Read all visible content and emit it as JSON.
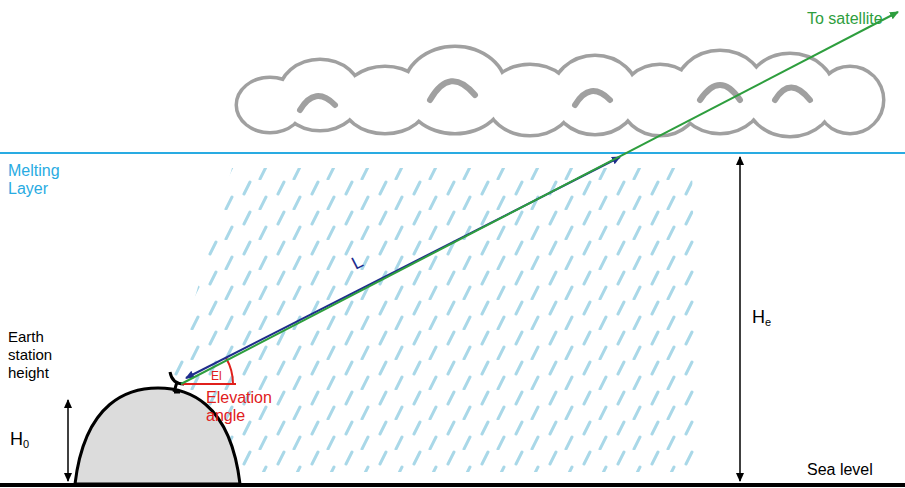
{
  "diagram": {
    "labels": [
      "To satellite",
      "Melting Layer",
      "L",
      "He",
      "Earth station height",
      "El",
      "Elevation angle",
      "H0",
      "Sea level"
    ]
  }
}
